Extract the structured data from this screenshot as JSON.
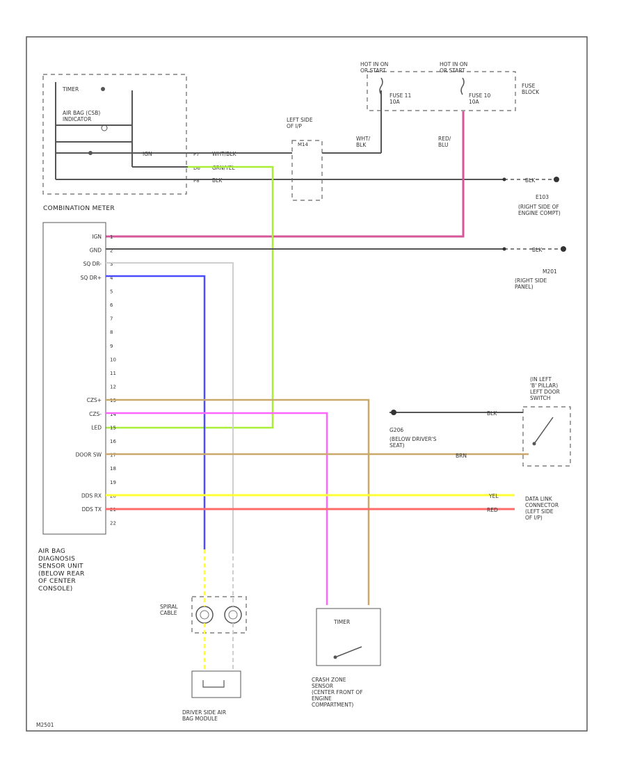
{
  "combination_meter": {
    "label": "COMBINATION METER",
    "warning_light": "TIMER",
    "airbag_indicator": "AIR BAG (CSB)\nINDICATOR",
    "ign_label": "IGN",
    "pins": [
      "P7",
      "D6",
      "P8"
    ],
    "wire_labels": [
      "WHT/BLK",
      "GRN/YEL",
      "BLK"
    ]
  },
  "fuse_block": {
    "label": "FUSE\nBLOCK",
    "fuse_a_power": "HOT IN ON\nOR START",
    "fuse_a": "FUSE 11\n10A",
    "fuse_b_power": "HOT IN ON\nOR START",
    "fuse_b": "FUSE 10\n10A",
    "wire_a": "WHT/\nBLK",
    "wire_b": "RED/\nBLU"
  },
  "connector_left_ip": {
    "label": "LEFT SIDE\nOF I/P",
    "id": "M14"
  },
  "grounds": [
    {
      "id": "E103",
      "location": "(RIGHT SIDE OF\nENGINE COMPT)",
      "wire": "BLK"
    },
    {
      "id": "M201",
      "location": "(RIGHT SIDE\nPANEL)",
      "wire": "BLK"
    },
    {
      "id": "G206",
      "location": "(BELOW DRIVER'S\nSEAT)",
      "wire": "BLK"
    }
  ],
  "sensor_unit": {
    "label": "AIR BAG\nDIAGNOSIS\nSENSOR UNIT\n(BELOW REAR\nOF CENTER\nCONSOLE)",
    "pin_labels": [
      "IGN",
      "GND",
      "SQ DR-",
      "SQ DR+",
      "",
      "",
      "",
      "",
      "",
      "",
      "",
      "",
      "CZS+",
      "CZS-",
      "LED",
      "",
      "DOOR SW",
      "",
      "",
      "DDS RX",
      "DDS TX",
      ""
    ],
    "pin_numbers": [
      "1",
      "2",
      "3",
      "4",
      "5",
      "6",
      "7",
      "8",
      "9",
      "10",
      "11",
      "12",
      "13",
      "14",
      "15",
      "16",
      "17",
      "18",
      "19",
      "20",
      "21",
      "22"
    ]
  },
  "door_switch": {
    "label": "(IN LEFT\n'B' PILLAR)\nLEFT DOOR\nSWITCH",
    "wire": "BRN"
  },
  "data_link": {
    "label": "DATA LINK\nCONNECTOR\n(LEFT SIDE\nOF I/P)",
    "wire_yel": "YEL",
    "wire_red": "RED"
  },
  "spiral_cable": {
    "label": "SPIRAL\nCABLE"
  },
  "driver_airbag": {
    "label": "DRIVER SIDE AIR\nBAG MODULE"
  },
  "crash_sensor": {
    "label": "CRASH ZONE\nSENSOR\n(CENTER FRONT OF\nENGINE\nCOMPARTMENT)",
    "switch_label": "TIMER"
  },
  "wire_colors": {
    "red_blu": "#d6569a",
    "blk": "#555555",
    "wht": "#cfcfcf",
    "blu": "#4b4bff",
    "grn_yel": "#a8ef35",
    "brn": "#c9a86a",
    "ppl": "#ff66ff",
    "yel": "#ffff33",
    "red": "#ff6a6a"
  },
  "footer_code": "M2501"
}
